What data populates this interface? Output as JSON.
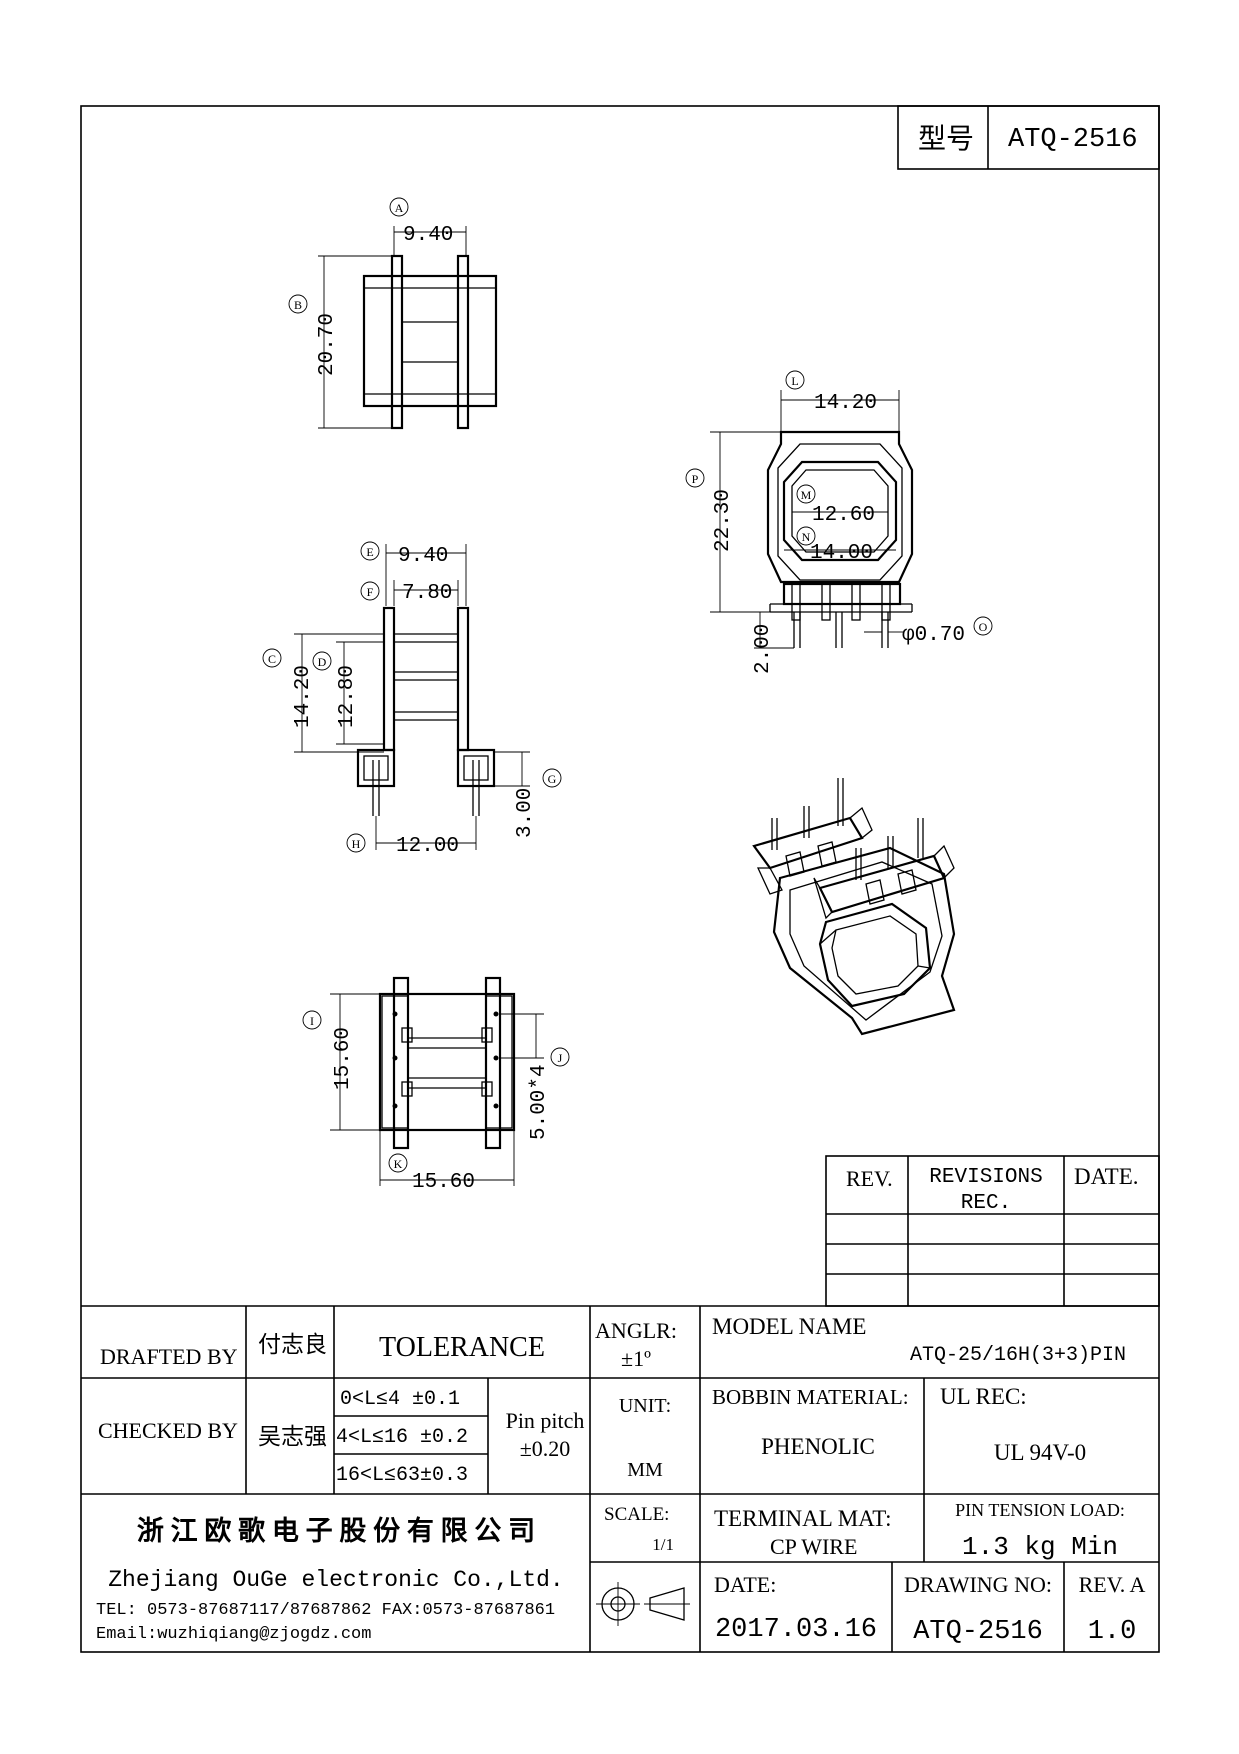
{
  "header": {
    "model_label": "型号",
    "model_value": "ATQ-2516"
  },
  "dimensions": {
    "a": {
      "mark": "A",
      "value": "9.40"
    },
    "b": {
      "mark": "B",
      "value": "20.70"
    },
    "c": {
      "mark": "C",
      "value": "14.20"
    },
    "d": {
      "mark": "D",
      "value": "12.80"
    },
    "e": {
      "mark": "E",
      "value": "9.40"
    },
    "f": {
      "mark": "F",
      "value": "7.80"
    },
    "g": {
      "mark": "G",
      "value": "3.00"
    },
    "h": {
      "mark": "H",
      "value": "12.00"
    },
    "i": {
      "mark": "I",
      "value": "15.60"
    },
    "j": {
      "mark": "J",
      "value": "5.00*4"
    },
    "k": {
      "mark": "K",
      "value": "15.60"
    },
    "l": {
      "mark": "L",
      "value": "14.20"
    },
    "m": {
      "mark": "M",
      "value": "12.60"
    },
    "n": {
      "mark": "N",
      "value": "14.00"
    },
    "o": {
      "mark": "O",
      "value": "φ0.70"
    },
    "p": {
      "mark": "P",
      "value": "22.30"
    },
    "q": {
      "value": "2.00"
    }
  },
  "revisions": {
    "rev_header": "REV.",
    "rec_header_1": "REVISIONS",
    "rec_header_2": "REC.",
    "date_header": "DATE."
  },
  "title_block": {
    "drafted_by_label": "DRAFTED BY",
    "drafted_by_name": "付志良",
    "tolerance_label": "TOLERANCE",
    "anglr_label": "ANGLR:",
    "anglr_value": "±1º",
    "model_name_label": "MODEL NAME",
    "model_name_value": "ATQ-25/16H(3+3)PIN",
    "checked_by_label": "CHECKED BY",
    "checked_by_name": "吴志强",
    "tol_row1": "0<L≤4  ±0.1",
    "tol_row2": "4<L≤16 ±0.2",
    "tol_row3": "16<L≤63±0.3",
    "pin_pitch_label": "Pin pitch",
    "pin_pitch_value": "±0.20",
    "unit_label": "UNIT:",
    "unit_value": "MM",
    "bobbin_material_label": "BOBBIN MATERIAL:",
    "bobbin_material_value": "PHENOLIC",
    "ul_rec_label": "UL REC:",
    "ul_rec_value": "UL 94V-0",
    "company_cn": "浙 江 欧 歌 电 子 股 份 有 限 公 司",
    "company_en": "Zhejiang OuGe electronic Co.,Ltd.",
    "contact_tel": "TEL: 0573-87687117/87687862  FAX:0573-87687861",
    "contact_email": "Email:wuzhiqiang@zjogdz.com",
    "scale_label": "SCALE:",
    "scale_value": "1/1",
    "terminal_mat_label": "TERMINAL MAT:",
    "terminal_mat_value": "CP  WIRE",
    "pin_tension_label": "PIN  TENSION  LOAD:",
    "pin_tension_value": "1.3 kg Min",
    "date_label": "DATE:",
    "date_value": "2017.03.16",
    "drawing_no_label": "DRAWING NO:",
    "drawing_no_value": "ATQ-2516",
    "rev_label": "REV. A",
    "rev_value": "1.0"
  }
}
